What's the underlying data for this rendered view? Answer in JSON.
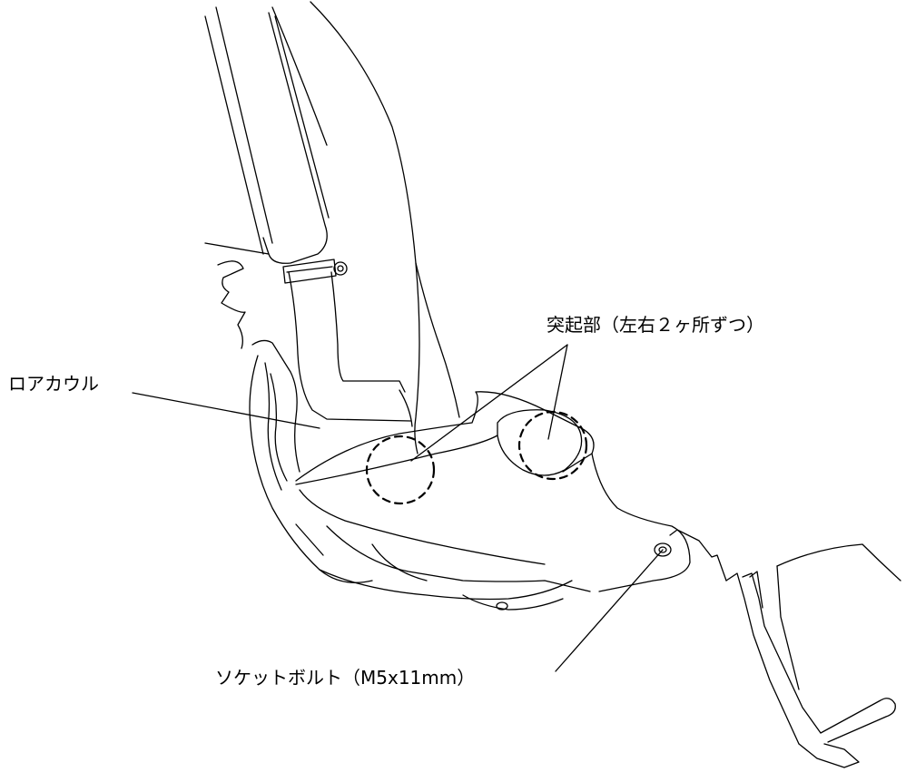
{
  "labels": {
    "protrusion": "突起部（左右２ヶ所ずつ）",
    "lower_cowl": "ロアカウル",
    "socket_bolt": "ソケットボルト（M5x11mm）"
  },
  "colors": {
    "line": "#000000",
    "background": "#ffffff"
  }
}
